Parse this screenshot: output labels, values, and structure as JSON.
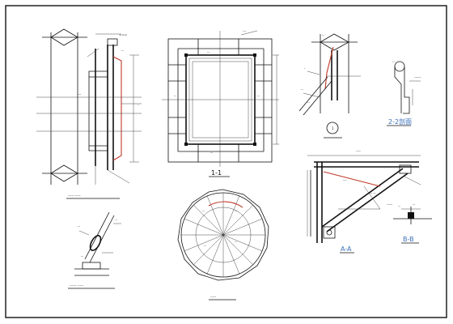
{
  "labels": {
    "section_1_1": "1-1",
    "section_2_2": "2-2剖面",
    "section_a_a": "A-A",
    "section_b_b": "B-B",
    "detail_1": "1"
  },
  "colors": {
    "line": "#111111",
    "accent_red": "#c0392b",
    "accent_blue": "#3b6fb8",
    "background": "#ffffff"
  }
}
